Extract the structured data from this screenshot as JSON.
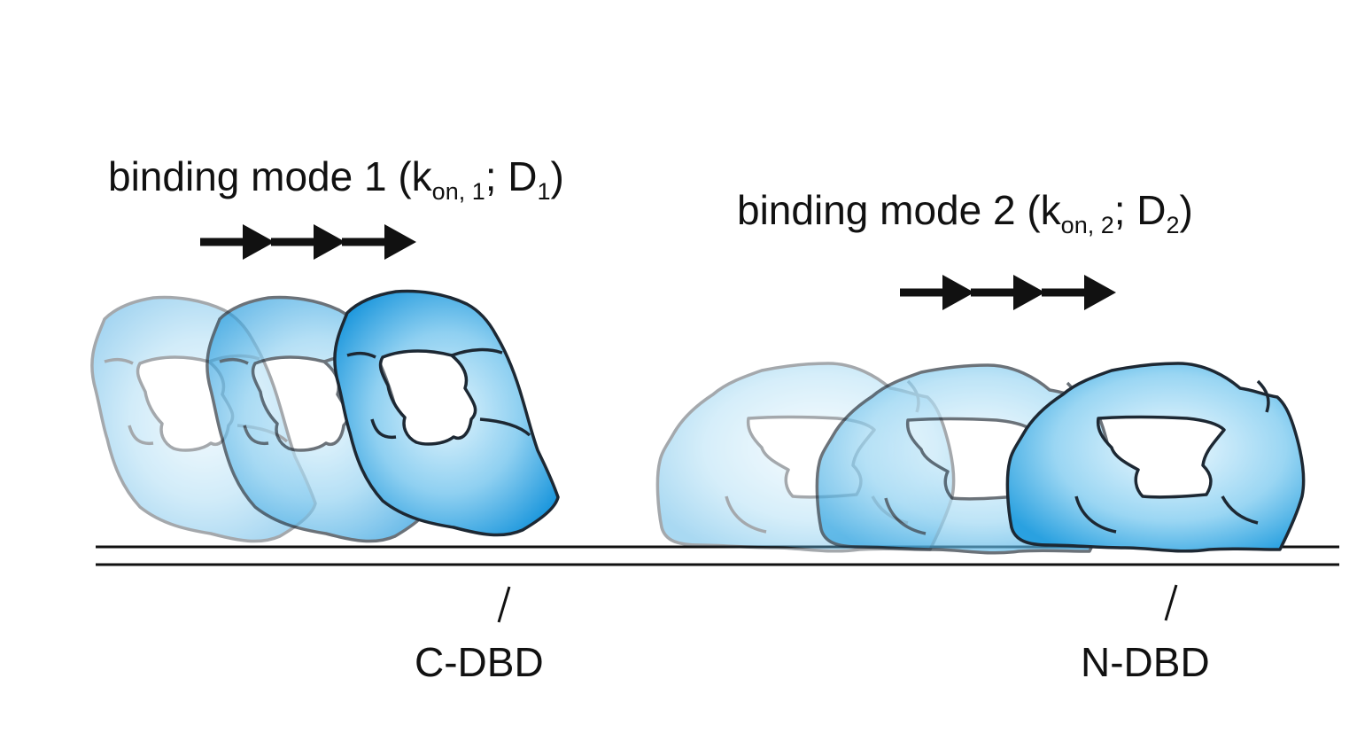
{
  "mode1": {
    "text": "binding mode 1 (k",
    "sub_k": "on, 1",
    "sep": "; D",
    "sub_d": "1",
    "close": ")"
  },
  "mode2": {
    "text": "binding mode 2 (k",
    "sub_k": "on, 2",
    "sep": "; D",
    "sub_d": "2",
    "close": ")"
  },
  "domains": {
    "left": "C-DBD",
    "right": "N-DBD"
  },
  "colors": {
    "protein_dark": "#1e98dd",
    "protein_light": "#d6f0fb",
    "outline": "#1d2833",
    "arrow": "#111111",
    "dna": "#111111"
  }
}
